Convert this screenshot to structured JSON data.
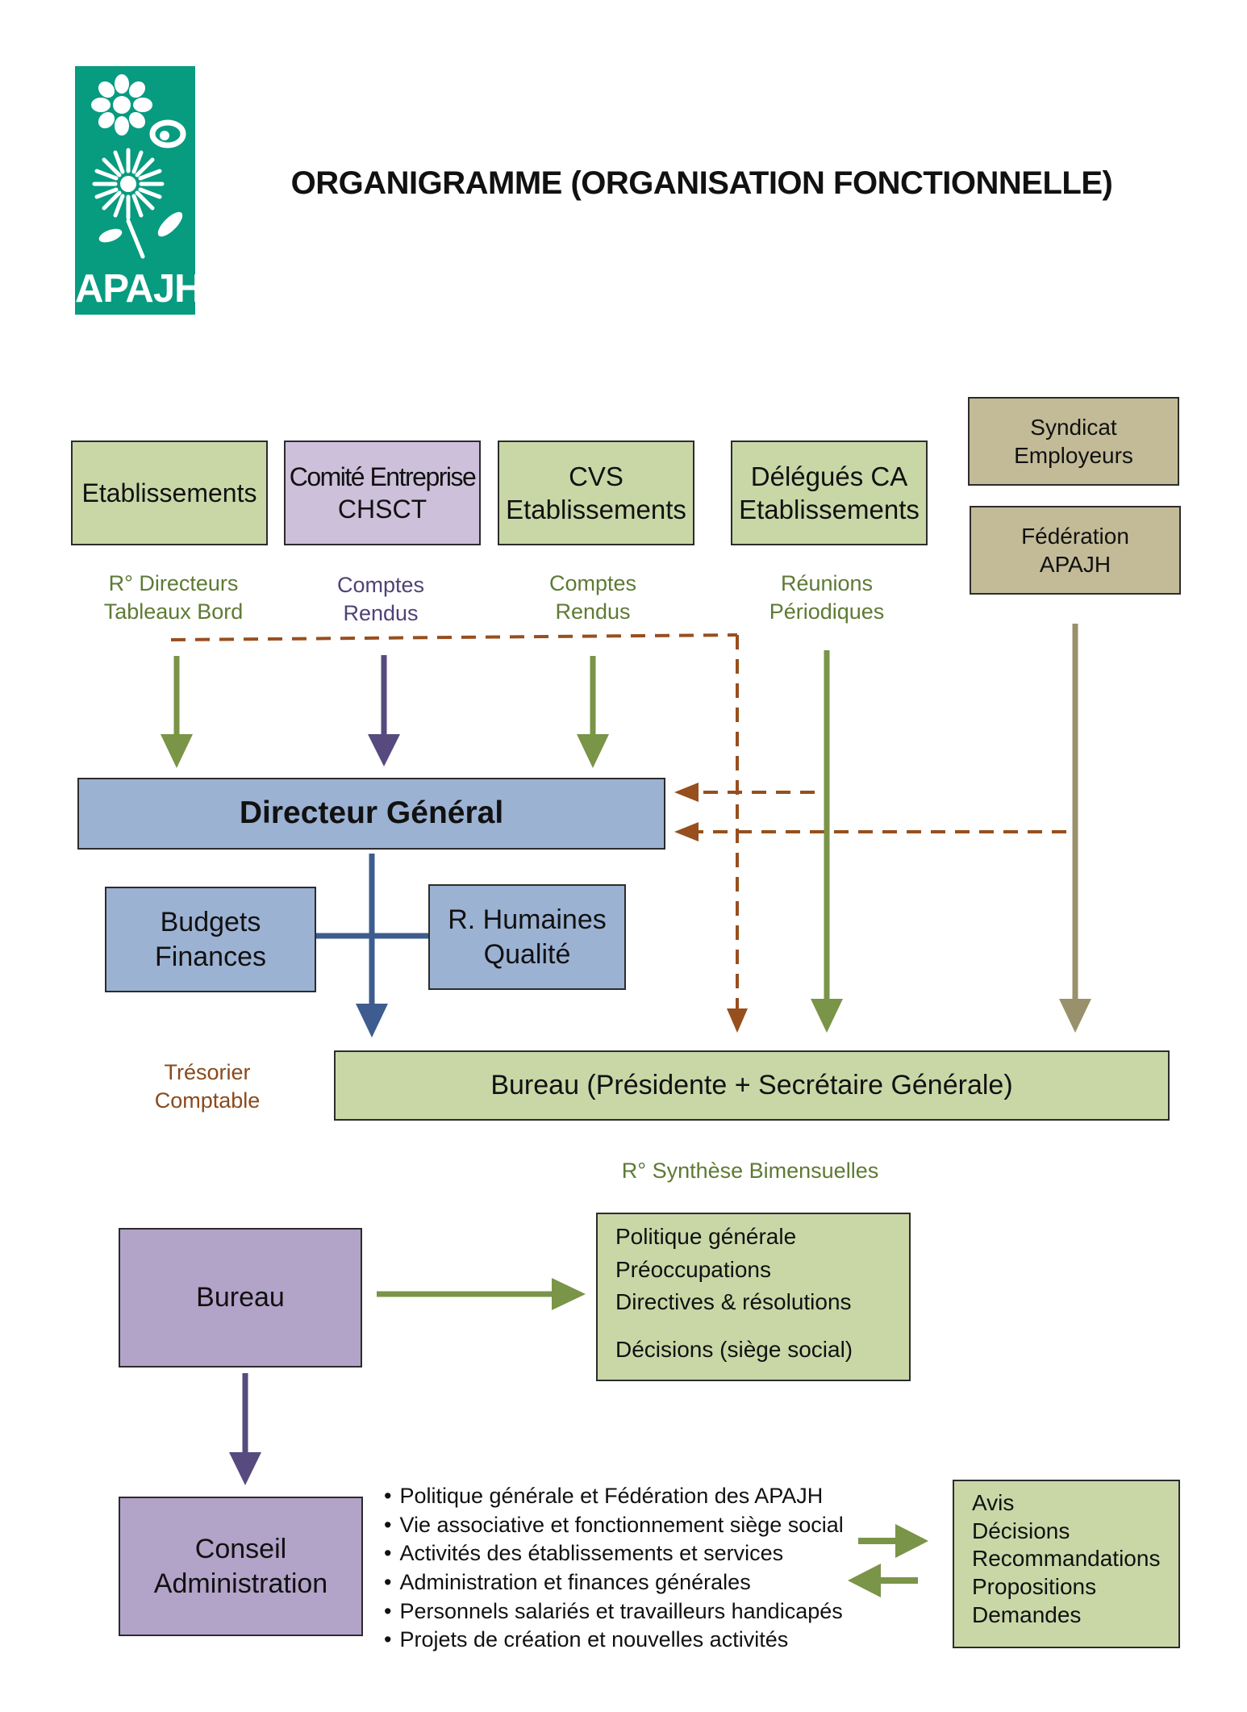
{
  "logo": {
    "text": "APAJH",
    "color": "#079b80"
  },
  "title": "ORGANIGRAMME (ORGANISATION FONCTIONNELLE)",
  "top_boxes": {
    "etablissements": [
      "Etablissements"
    ],
    "comite": [
      "Comité Entreprise",
      "CHSCT"
    ],
    "cvs": [
      "CVS",
      "Etablissements"
    ],
    "delegues": [
      "Délégués CA",
      "Etablissements"
    ],
    "syndicat": [
      "Syndicat",
      "Employeurs"
    ],
    "federation": [
      "Fédération",
      "APAJH"
    ]
  },
  "labels": {
    "directeurs": [
      "R° Directeurs",
      "Tableaux Bord"
    ],
    "comptes1": [
      "Comptes",
      "Rendus"
    ],
    "comptes2": [
      "Comptes",
      "Rendus"
    ],
    "reunions": [
      "Réunions",
      "Périodiques"
    ],
    "tresorier": [
      "Trésorier",
      "Comptable"
    ],
    "synthese": "R° Synthèse Bimensuelles"
  },
  "directeur": "Directeur Général",
  "budgets": [
    "Budgets",
    "Finances"
  ],
  "rh": [
    "R. Humaines",
    "Qualité"
  ],
  "bureau_main": "Bureau (Présidente + Secrétaire Générale)",
  "bureau": "Bureau",
  "bureau_outputs": [
    "Politique générale",
    "Préoccupations",
    "Directives & résolutions",
    "Décisions (siège social)"
  ],
  "conseil": [
    "Conseil",
    "Administration"
  ],
  "conseil_topics": [
    "Politique générale et Fédération des APAJH",
    "Vie associative et fonctionnement siège social",
    "Activités des établissements et services",
    "Administration et finances générales",
    "Personnels salariés et travailleurs handicapés",
    "Projets de création et nouvelles activités"
  ],
  "conseil_outputs": [
    "Avis",
    "Décisions",
    "Recommandations",
    "Propositions",
    "Demandes"
  ],
  "colors": {
    "green_box": "#c9d7a7",
    "lilac_box": "#cdc0da",
    "khaki_box": "#c3bb97",
    "blue_box": "#9cb2d3",
    "purple_box": "#b2a3c8",
    "green_arrow": "#7a9448",
    "purple_arrow": "#574a7e",
    "khaki_arrow": "#99916b",
    "blue_arrow": "#3e5c8f",
    "brown_dashed": "#974f1e"
  }
}
